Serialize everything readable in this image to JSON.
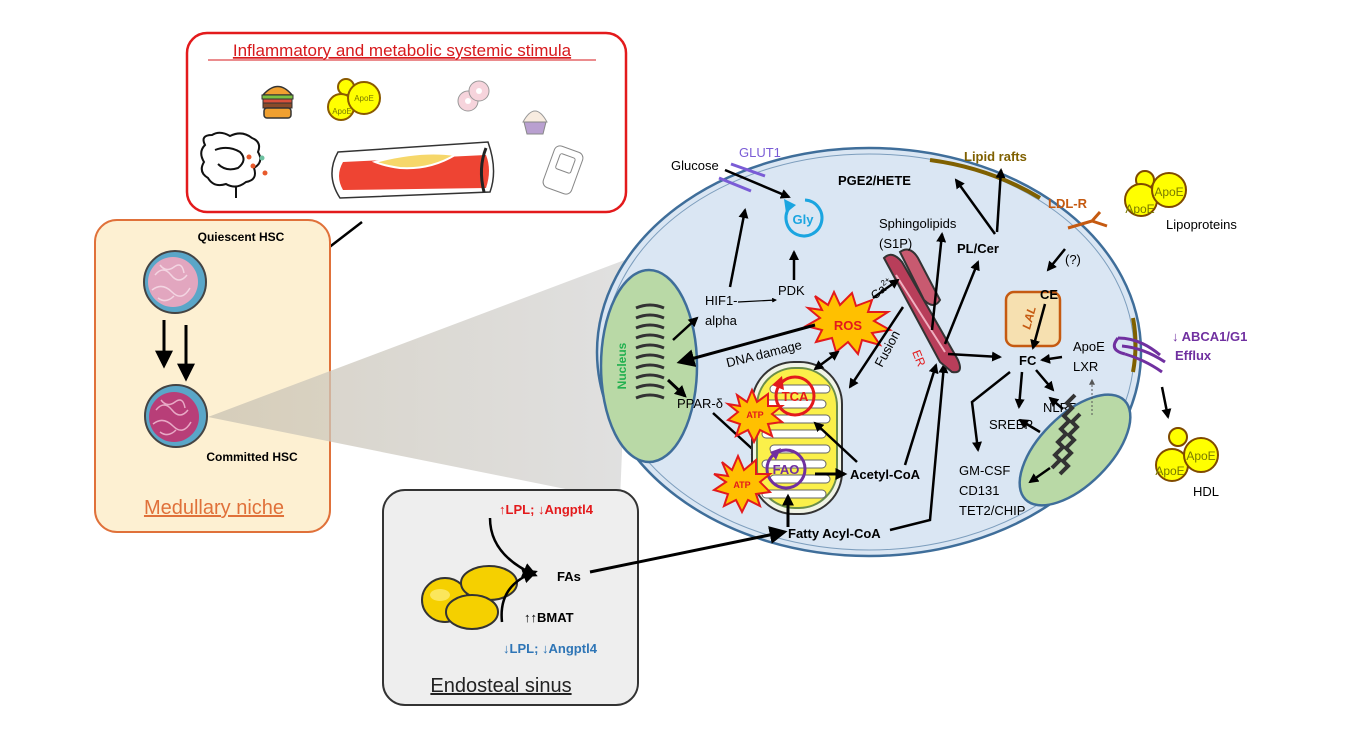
{
  "stimuli_panel": {
    "title": "Inflammatory and metabolic systemic stimula",
    "icons": [
      "burger-icon",
      "lipoprotein-icon",
      "donut-icon",
      "cupcake-icon",
      "intestine-icon",
      "artery-plaque-icon",
      "glucometer-icon"
    ],
    "apoe_label": "ApoE"
  },
  "niche_panel": {
    "title": "Medullary niche",
    "quiescent_label": "Quiescent HSC",
    "committed_label": "Committed HSC"
  },
  "sinus_panel": {
    "title": "Endosteal sinus",
    "up_lpl": "↑LPL; ↓Angptl4",
    "fas": "FAs",
    "bmat": "↑↑BMAT",
    "down_lpl": "↓LPL; ↓Angptl4"
  },
  "cell": {
    "nucleus": "Nucleus",
    "glucose": "Glucose",
    "glut1": "GLUT1",
    "gly": "Gly",
    "hif1_line1": "HIF1-",
    "hif1_line2": "alpha",
    "pdk": "PDK",
    "ros": "ROS",
    "dna_damage": "DNA damage",
    "ppar": "PPAR-δ",
    "tca": "TCA",
    "atp": "ATP",
    "fao": "FAO",
    "acetyl_coa": "Acetyl-CoA",
    "fatty_acyl_coa": "Fatty Acyl-CoA",
    "fusion": "Fusion",
    "ca": "Ca",
    "ca_sup": "2+",
    "er": "ER",
    "sphingo_line1": "Sphingolipids",
    "sphingo_line2": "(S1P)",
    "pge2": "PGE2/HETE",
    "lipid_rafts": "Lipid rafts",
    "pl_cer": "PL/Cer",
    "ldlr": "LDL-R",
    "question": "(?)",
    "ce": "CE",
    "lal": "LAL",
    "fc": "FC",
    "apoe": "ApoE",
    "lxr": "LXR",
    "nlrp3": "NLRP3",
    "srebp": "SREBP",
    "gm_csf": "GM-CSF",
    "cd131": "CD131",
    "tet2": "TET2/CHIP",
    "abca1": "↓  ABCA1/G1",
    "efflux": "Efflux"
  },
  "outside": {
    "lipoproteins": "Lipoproteins",
    "hdl": "HDL",
    "apoe": "ApoE"
  },
  "colors": {
    "stimuli_border": "#e31a1c",
    "stimuli_title": "#d7191c",
    "niche_fill": "#fdf0d2",
    "niche_border": "#e0713a",
    "sinus_fill": "#eeeeee",
    "cell_fill": "#dae6f3",
    "cell_border": "#3f6e9a",
    "nucleus_fill": "#b9d9a6",
    "nucleus_text": "#22b04f",
    "glut": "#7a5cd6",
    "gly": "#1ba5e0",
    "ros_fill": "#ffc000",
    "ros_text": "#e31a1c",
    "lipid_raft": "#7f6000",
    "ldlr": "#c55a11",
    "abca": "#7030a0",
    "lipo_fill": "#ffff00",
    "lipo_border": "#7f4a00",
    "red_text": "#e31a1c",
    "blue_text": "#2e75b6"
  }
}
